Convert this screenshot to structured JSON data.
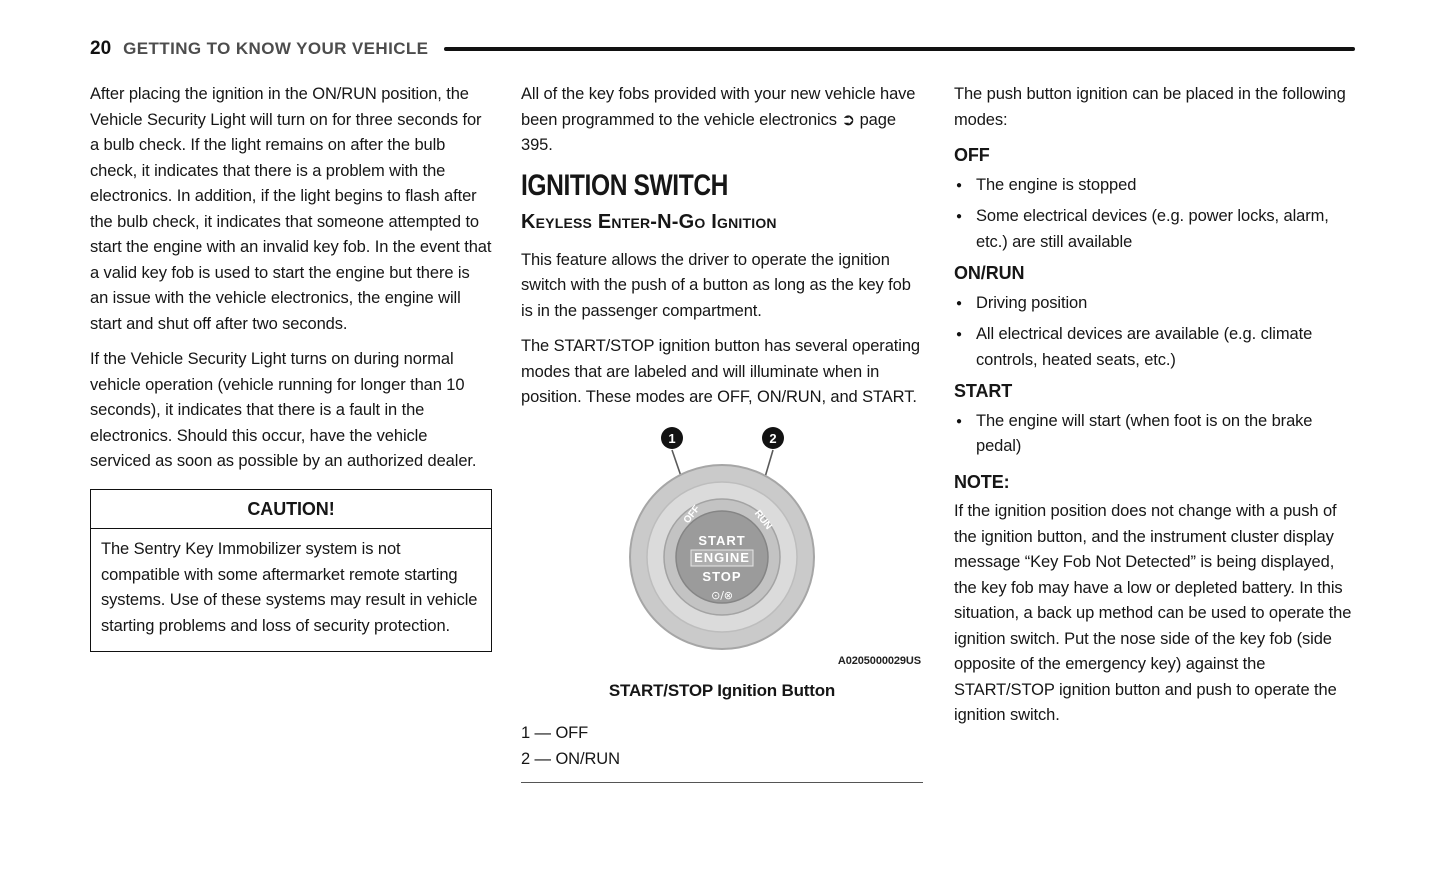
{
  "header": {
    "page_number": "20",
    "title": "GETTING TO KNOW YOUR VEHICLE"
  },
  "col1": {
    "para1": "After placing the ignition in the ON/RUN position, the Vehicle Security Light will turn on for three seconds for a bulb check. If the light remains on after the bulb check, it indicates that there is a problem with the electronics. In addition, if the light begins to flash after the bulb check, it indicates that someone attempted to start the engine with an invalid key fob. In the event that a valid key fob is used to start the engine but there is an issue with the vehicle electronics, the engine will start and shut off after two seconds.",
    "para2": "If the Vehicle Security Light turns on during normal vehicle operation (vehicle running for longer than 10 seconds), it indicates that there is a fault in the electronics. Should this occur, have the vehicle serviced as soon as possible by an authorized dealer.",
    "caution_title": "CAUTION!",
    "caution_body": "The Sentry Key Immobilizer system is not compatible with some aftermarket remote starting systems. Use of these systems may result in vehicle starting problems and loss of security protection."
  },
  "col2": {
    "intro_text": "All of the key fobs provided with your new vehicle have been programmed to the vehicle electronics",
    "intro_ref": "➲ page 395.",
    "heading": "IGNITION SWITCH",
    "subheading": "Keyless Enter-N-Go Ignition",
    "para1": "This feature allows the driver to operate the ignition switch with the push of a button as long as the key fob is in the passenger compartment.",
    "para2": "The START/STOP ignition button has several operating modes that are labeled and will illuminate when in position. These modes are OFF, ON/RUN, and START.",
    "figure": {
      "callout1": "1",
      "callout2": "2",
      "label_off": "OFF",
      "label_run": "RUN",
      "btn_line1": "START",
      "btn_line2": "ENGINE",
      "btn_line3": "STOP",
      "btn_symbol": "⊙/⊗",
      "code": "A0205000029US",
      "caption": "START/STOP Ignition Button",
      "legend": [
        "1 — OFF",
        "2 — ON/RUN"
      ]
    }
  },
  "col3": {
    "intro": "The push button ignition can be placed in the following modes:",
    "sections": [
      {
        "heading": "OFF",
        "bullets": [
          "The engine is stopped",
          "Some electrical devices (e.g. power locks, alarm, etc.) are still available"
        ]
      },
      {
        "heading": "ON/RUN",
        "bullets": [
          "Driving position",
          "All electrical devices are available (e.g. climate controls, heated seats, etc.)"
        ]
      },
      {
        "heading": "START",
        "bullets": [
          "The engine will start (when foot is on the brake pedal)"
        ]
      }
    ],
    "note_heading": "NOTE:",
    "note_body": "If the ignition position does not change with a push of the ignition button, and the instrument cluster display message “Key Fob Not Detected” is being displayed, the key fob may have a low or depleted battery. In this situation, a back up method can be used to operate the ignition switch. Put the nose side of the key fob (side opposite of the emergency key) against the START/STOP ignition button and push to operate the ignition switch."
  }
}
